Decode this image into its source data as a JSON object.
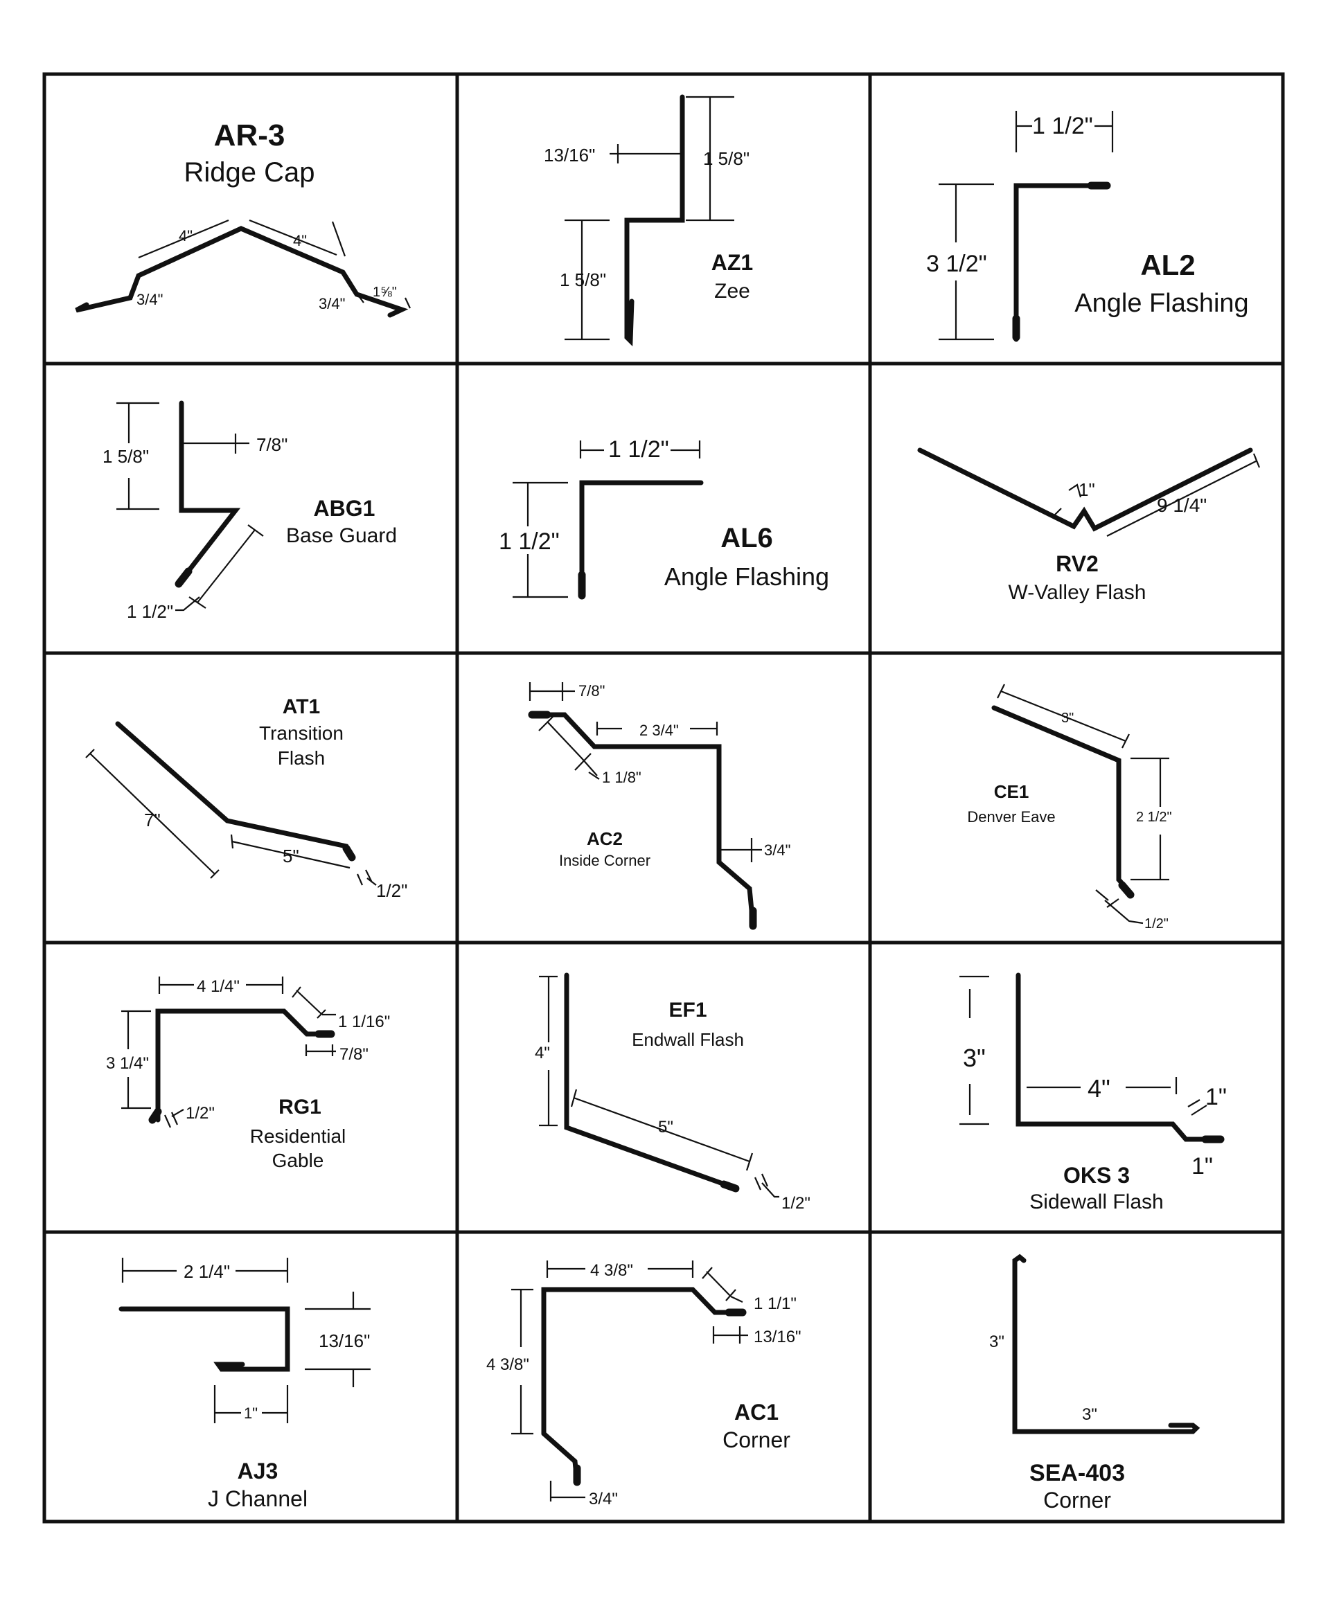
{
  "profiles": [
    {
      "code": "AR-3",
      "name": "Ridge Cap",
      "dims": [
        "4\"",
        "4\"",
        "3/4\"",
        "3/4\"",
        "1⅝\""
      ]
    },
    {
      "code": "AZ1",
      "name": "Zee",
      "dims": [
        "13/16\"",
        "1 5/8\"",
        "1 5/8\""
      ]
    },
    {
      "code": "AL2",
      "name": "Angle Flashing",
      "dims": [
        "1 1/2\"",
        "3 1/2\""
      ]
    },
    {
      "code": "ABG1",
      "name": "Base Guard",
      "dims": [
        "1 5/8\"",
        "7/8\"",
        "1 1/2\""
      ]
    },
    {
      "code": "AL6",
      "name": "Angle Flashing",
      "dims": [
        "1 1/2\"",
        "1 1/2\""
      ]
    },
    {
      "code": "RV2",
      "name": "W-Valley Flash",
      "dims": [
        "1\"",
        "9 1/4\""
      ]
    },
    {
      "code": "AT1",
      "name_lines": [
        "Transition",
        "Flash"
      ],
      "dims": [
        "7\"",
        "5\"",
        "1/2\""
      ]
    },
    {
      "code": "AC2",
      "name": "Inside Corner",
      "dims": [
        "7/8\"",
        "2 3/4\"",
        "1 1/8\"",
        "3/4\""
      ]
    },
    {
      "code": "CE1",
      "name": "Denver Eave",
      "dims": [
        "3\"",
        "2 1/2\"",
        "1/2\""
      ]
    },
    {
      "code": "RG1",
      "name_lines": [
        "Residential",
        "Gable"
      ],
      "dims": [
        "4 1/4\"",
        "1 1/16\"",
        "7/8\"",
        "3 1/4\"",
        "1/2\""
      ]
    },
    {
      "code": "EF1",
      "name": "Endwall Flash",
      "dims": [
        "4\"",
        "5\"",
        "1/2\""
      ]
    },
    {
      "code": "OKS 3",
      "name": "Sidewall Flash",
      "dims": [
        "3\"",
        "4\"",
        "1\"",
        "1\""
      ]
    },
    {
      "code": "AJ3",
      "name": "J Channel",
      "dims": [
        "2 1/4\"",
        "13/16\"",
        "1\""
      ]
    },
    {
      "code": "AC1",
      "name": "Corner",
      "dims": [
        "4 3/8\"",
        "1 1/1\"",
        "13/16\"",
        "4 3/8\"",
        "3/4\""
      ]
    },
    {
      "code": "SEA-403",
      "name": "Corner",
      "dims": [
        "3\"",
        "3\""
      ]
    }
  ]
}
